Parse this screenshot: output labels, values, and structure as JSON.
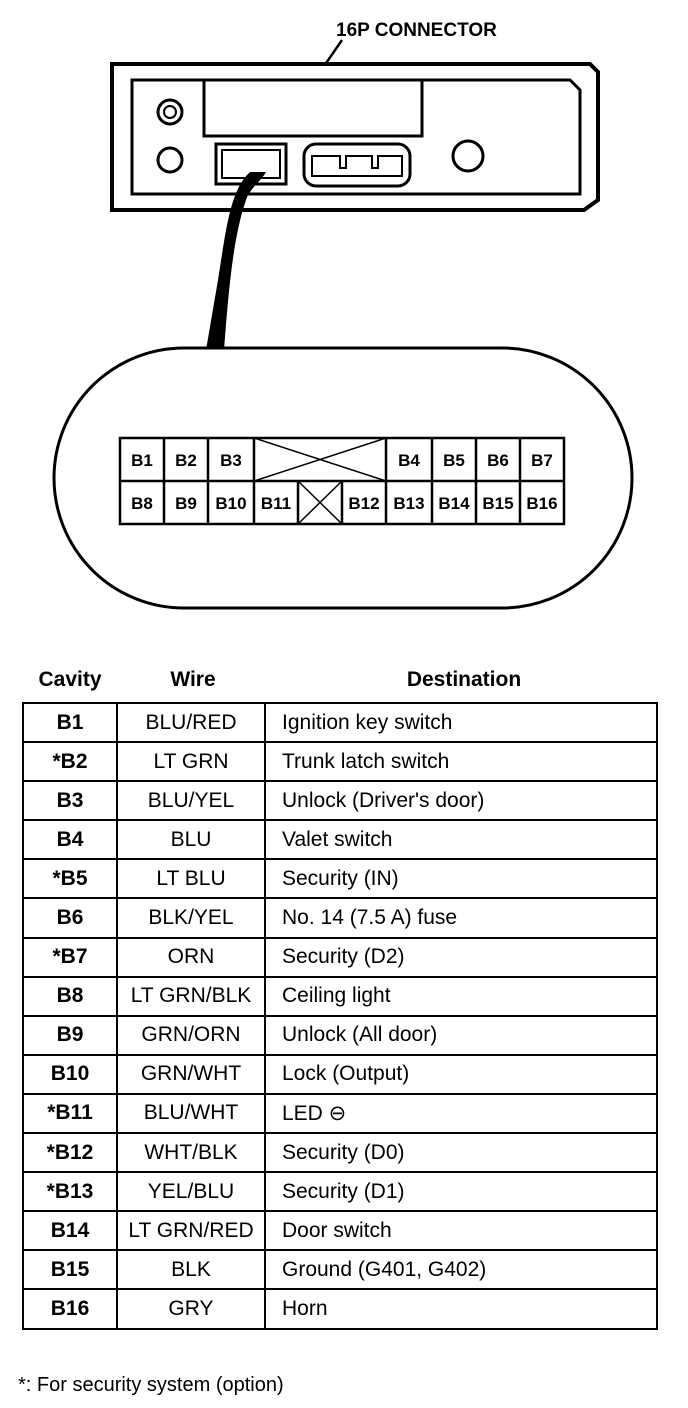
{
  "diagram": {
    "connector_label": "16P CONNECTOR",
    "pins": {
      "top_left": [
        "B1",
        "B2",
        "B3"
      ],
      "top_right": [
        "B4",
        "B5",
        "B6",
        "B7"
      ],
      "bottom_left": [
        "B8",
        "B9",
        "B10",
        "B11"
      ],
      "bottom_right": [
        "B12",
        "B13",
        "B14",
        "B15",
        "B16"
      ]
    }
  },
  "table": {
    "headers": {
      "cavity": "Cavity",
      "wire": "Wire",
      "destination": "Destination"
    },
    "rows": [
      {
        "cavity": "B1",
        "wire": "BLU/RED",
        "destination": "Ignition key switch"
      },
      {
        "cavity": "*B2",
        "wire": "LT GRN",
        "destination": "Trunk latch switch"
      },
      {
        "cavity": "B3",
        "wire": "BLU/YEL",
        "destination": "Unlock (Driver's door)"
      },
      {
        "cavity": "B4",
        "wire": "BLU",
        "destination": "Valet switch"
      },
      {
        "cavity": "*B5",
        "wire": "LT BLU",
        "destination": "Security (IN)"
      },
      {
        "cavity": "B6",
        "wire": "BLK/YEL",
        "destination": "No. 14 (7.5 A) fuse"
      },
      {
        "cavity": "*B7",
        "wire": "ORN",
        "destination": "Security (D2)"
      },
      {
        "cavity": "B8",
        "wire": "LT GRN/BLK",
        "destination": "Ceiling light"
      },
      {
        "cavity": "B9",
        "wire": "GRN/ORN",
        "destination": "Unlock (All door)"
      },
      {
        "cavity": "B10",
        "wire": "GRN/WHT",
        "destination": "Lock (Output)"
      },
      {
        "cavity": "*B11",
        "wire": "BLU/WHT",
        "destination": "LED ⊖"
      },
      {
        "cavity": "*B12",
        "wire": "WHT/BLK",
        "destination": "Security (D0)"
      },
      {
        "cavity": "*B13",
        "wire": "YEL/BLU",
        "destination": "Security (D1)"
      },
      {
        "cavity": "B14",
        "wire": "LT GRN/RED",
        "destination": "Door switch"
      },
      {
        "cavity": "B15",
        "wire": "BLK",
        "destination": "Ground (G401, G402)"
      },
      {
        "cavity": "B16",
        "wire": "GRY",
        "destination": "Horn"
      }
    ]
  },
  "footnote": "*: For security system (option)"
}
